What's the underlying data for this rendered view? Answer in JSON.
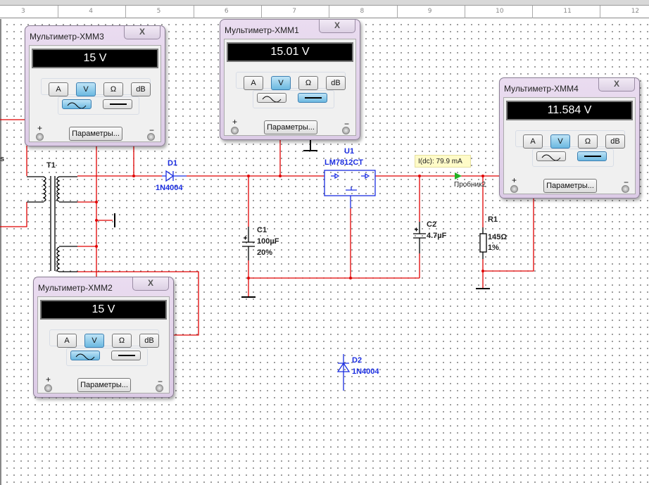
{
  "ruler": {
    "labels": [
      "3",
      "4",
      "5",
      "6",
      "7",
      "8",
      "9",
      "10",
      "11",
      "12"
    ]
  },
  "components": {
    "T1": {
      "ref": "T1"
    },
    "partial_label": "s",
    "D1": {
      "ref": "D1",
      "model": "1N4004"
    },
    "D2": {
      "ref": "D2",
      "model": "1N4004"
    },
    "U1": {
      "ref": "U1",
      "model": "LM7812CT"
    },
    "C1": {
      "ref": "C1",
      "value": "100µF",
      "tolerance": "20%"
    },
    "C2": {
      "ref": "C2",
      "value": "4.7µF"
    },
    "R1": {
      "ref": "R1",
      "value": "145Ω",
      "tolerance": "1%"
    }
  },
  "probe": {
    "label": "Пробник2",
    "reading": "I(dc): 79.9 mA",
    "arrow_color": "#22b022"
  },
  "colors": {
    "wire": "#e00000",
    "component": "#1a2de0",
    "black": "#000000"
  },
  "meters": [
    {
      "id": "xmm3",
      "title": "Мультиметр-XMM3",
      "reading": "15 V",
      "mode": "V",
      "coupling": "ac"
    },
    {
      "id": "xmm1",
      "title": "Мультиметр-XMM1",
      "reading": "15.01 V",
      "mode": "V",
      "coupling": "dc"
    },
    {
      "id": "xmm4",
      "title": "Мультиметр-XMM4",
      "reading": "11.584 V",
      "mode": "V",
      "coupling": "dc"
    },
    {
      "id": "xmm2",
      "title": "Мультиметр-XMM2",
      "reading": "15 V",
      "mode": "V",
      "coupling": "ac"
    }
  ],
  "meter_ui": {
    "close": "X",
    "buttons": [
      "A",
      "V",
      "Ω",
      "dB"
    ],
    "settings": "Параметры...",
    "plus": "+",
    "minus": "−"
  }
}
